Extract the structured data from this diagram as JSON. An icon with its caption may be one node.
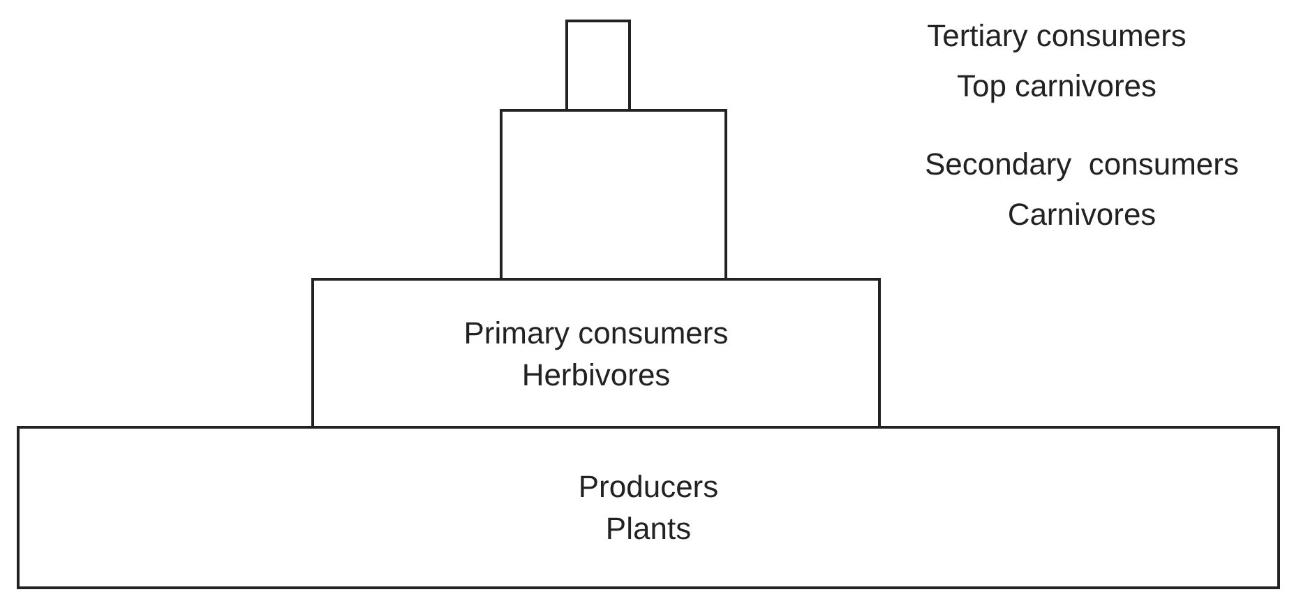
{
  "diagram": {
    "nodes": [
      {
        "text": [],
        "shape": "bar",
        "beside": [
          "Tertiary consumers",
          "Top carnivores"
        ]
      },
      {
        "text": [],
        "shape": "bar",
        "beside": [
          "Secondary  consumers",
          "Carnivores"
        ]
      },
      {
        "text": [
          "Primary consumers",
          "Herbivores"
        ]
      },
      {
        "text": [
          "Producers",
          "Plants"
        ]
      }
    ]
  }
}
